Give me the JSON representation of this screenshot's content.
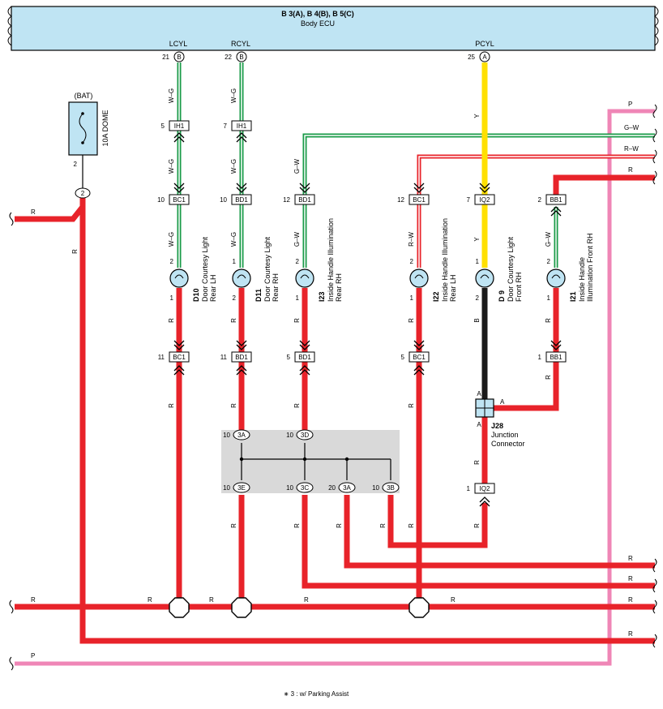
{
  "ecu": {
    "title": "B 3(A), B 4(B), B 5(C)",
    "subtitle": "Body ECU",
    "pins": [
      {
        "label": "LCYL",
        "num": "21",
        "code": "B"
      },
      {
        "label": "RCYL",
        "num": "22",
        "code": "B"
      },
      {
        "label": "PCYL",
        "num": "25",
        "code": "A"
      }
    ]
  },
  "fuse": {
    "source": "(BAT)",
    "name": "10A DOME",
    "pin_out": "2",
    "conn": "2"
  },
  "wire_colors": {
    "R": "#e8232a",
    "P": "#ef86b6",
    "Y": "#ffe000",
    "B": "#1a1a1a",
    "G": "#1a9b48",
    "W": "#ffffff",
    "RW": "#e8232a"
  },
  "wire_labels": {
    "R": "R",
    "P": "P",
    "Y": "Y",
    "B": "B",
    "WG": "W–G",
    "GW": "G–W",
    "RW": "R–W",
    "GW2": "G–W",
    "RW2": "R–W"
  },
  "connectors": {
    "ih1_l": {
      "pin": "5",
      "name": "IH1"
    },
    "ih1_r": {
      "pin": "7",
      "name": "IH1"
    },
    "bc1_a": {
      "pin": "10",
      "name": "BC1"
    },
    "bd1_a": {
      "pin": "10",
      "name": "BD1"
    },
    "bd1_b": {
      "pin": "12",
      "name": "BD1"
    },
    "bc1_b": {
      "pin": "12",
      "name": "BC1"
    },
    "iq2_a": {
      "pin": "7",
      "name": "IQ2"
    },
    "bb1_a": {
      "pin": "2",
      "name": "BB1"
    },
    "bc1_c": {
      "pin": "11",
      "name": "BC1"
    },
    "bd1_c": {
      "pin": "11",
      "name": "BD1"
    },
    "bd1_d": {
      "pin": "5",
      "name": "BD1"
    },
    "bc1_d": {
      "pin": "5",
      "name": "BC1"
    },
    "bb1_b": {
      "pin": "1",
      "name": "BB1"
    },
    "iq2_b": {
      "pin": "1",
      "name": "IQ2"
    }
  },
  "lights": [
    {
      "id": "D10",
      "desc1": "Door Courtesy Light",
      "desc2": "Rear LH",
      "pin_top": "2",
      "pin_bot": "1"
    },
    {
      "id": "D11",
      "desc1": "Door Courtesy Light",
      "desc2": "Rear RH",
      "pin_top": "1",
      "pin_bot": "2"
    },
    {
      "id": "I23",
      "desc1": "Inside Handle Illumination",
      "desc2": "Rear RH",
      "pin_top": "2",
      "pin_bot": "1"
    },
    {
      "id": "I22",
      "desc1": "Inside Handle Illumination",
      "desc2": "Rear LH",
      "pin_top": "2",
      "pin_bot": "1"
    },
    {
      "id": "D 9",
      "desc1": "Door Courtesy Light",
      "desc2": "Front RH",
      "pin_top": "1",
      "pin_bot": "2"
    },
    {
      "id": "I21",
      "desc1": "Inside Handle",
      "desc2": "Illumination Front RH",
      "pin_top": "2",
      "pin_bot": "1"
    }
  ],
  "junction": {
    "id": "J28",
    "desc1": "Junction",
    "desc2": "Connector",
    "pin": "A"
  },
  "splice": [
    {
      "pin": "10",
      "code": "3A"
    },
    {
      "pin": "10",
      "code": "3D"
    },
    {
      "pin": "10",
      "code": "3E"
    },
    {
      "pin": "10",
      "code": "3C"
    },
    {
      "pin": "20",
      "code": "3A"
    },
    {
      "pin": "10",
      "code": "3B"
    }
  ],
  "footnote": "∗ 3 : w/ Parking Assist"
}
